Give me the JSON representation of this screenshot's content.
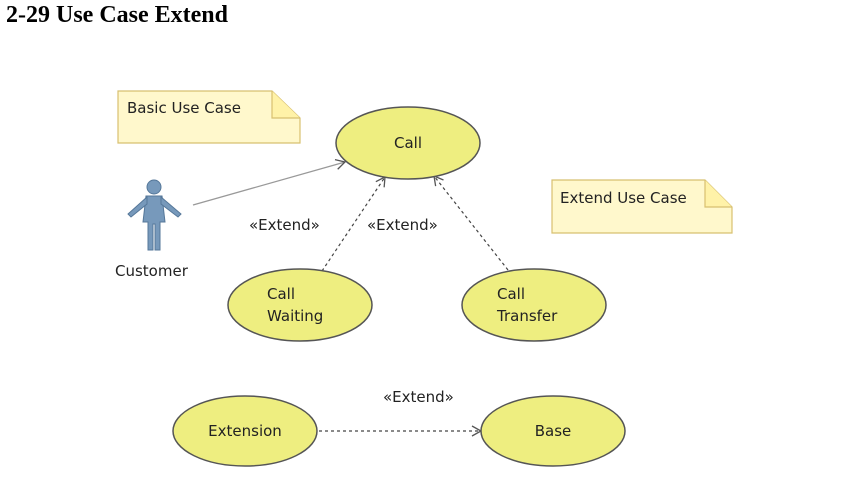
{
  "page": {
    "title": "2-29 Use Case Extend"
  },
  "notes": {
    "basic": "Basic Use Case",
    "extend": "Extend Use Case"
  },
  "actor": {
    "label": "Customer",
    "icon": "person-icon"
  },
  "use_cases": {
    "call": "Call",
    "call_waiting": [
      "Call",
      "Waiting"
    ],
    "call_transfer": [
      "Call",
      "Transfer"
    ],
    "extension": "Extension",
    "base": "Base"
  },
  "stereotypes": {
    "extend_left": "«Extend»",
    "extend_right": "«Extend»",
    "extend_bottom": "«Extend»"
  },
  "colors": {
    "ellipse_fill": "#eeee80",
    "ellipse_stroke": "#555555",
    "note_fill": "#fff8cc",
    "note_stroke": "#d8c070",
    "actor_fill": "#7799bb",
    "arrow": "#777777"
  }
}
